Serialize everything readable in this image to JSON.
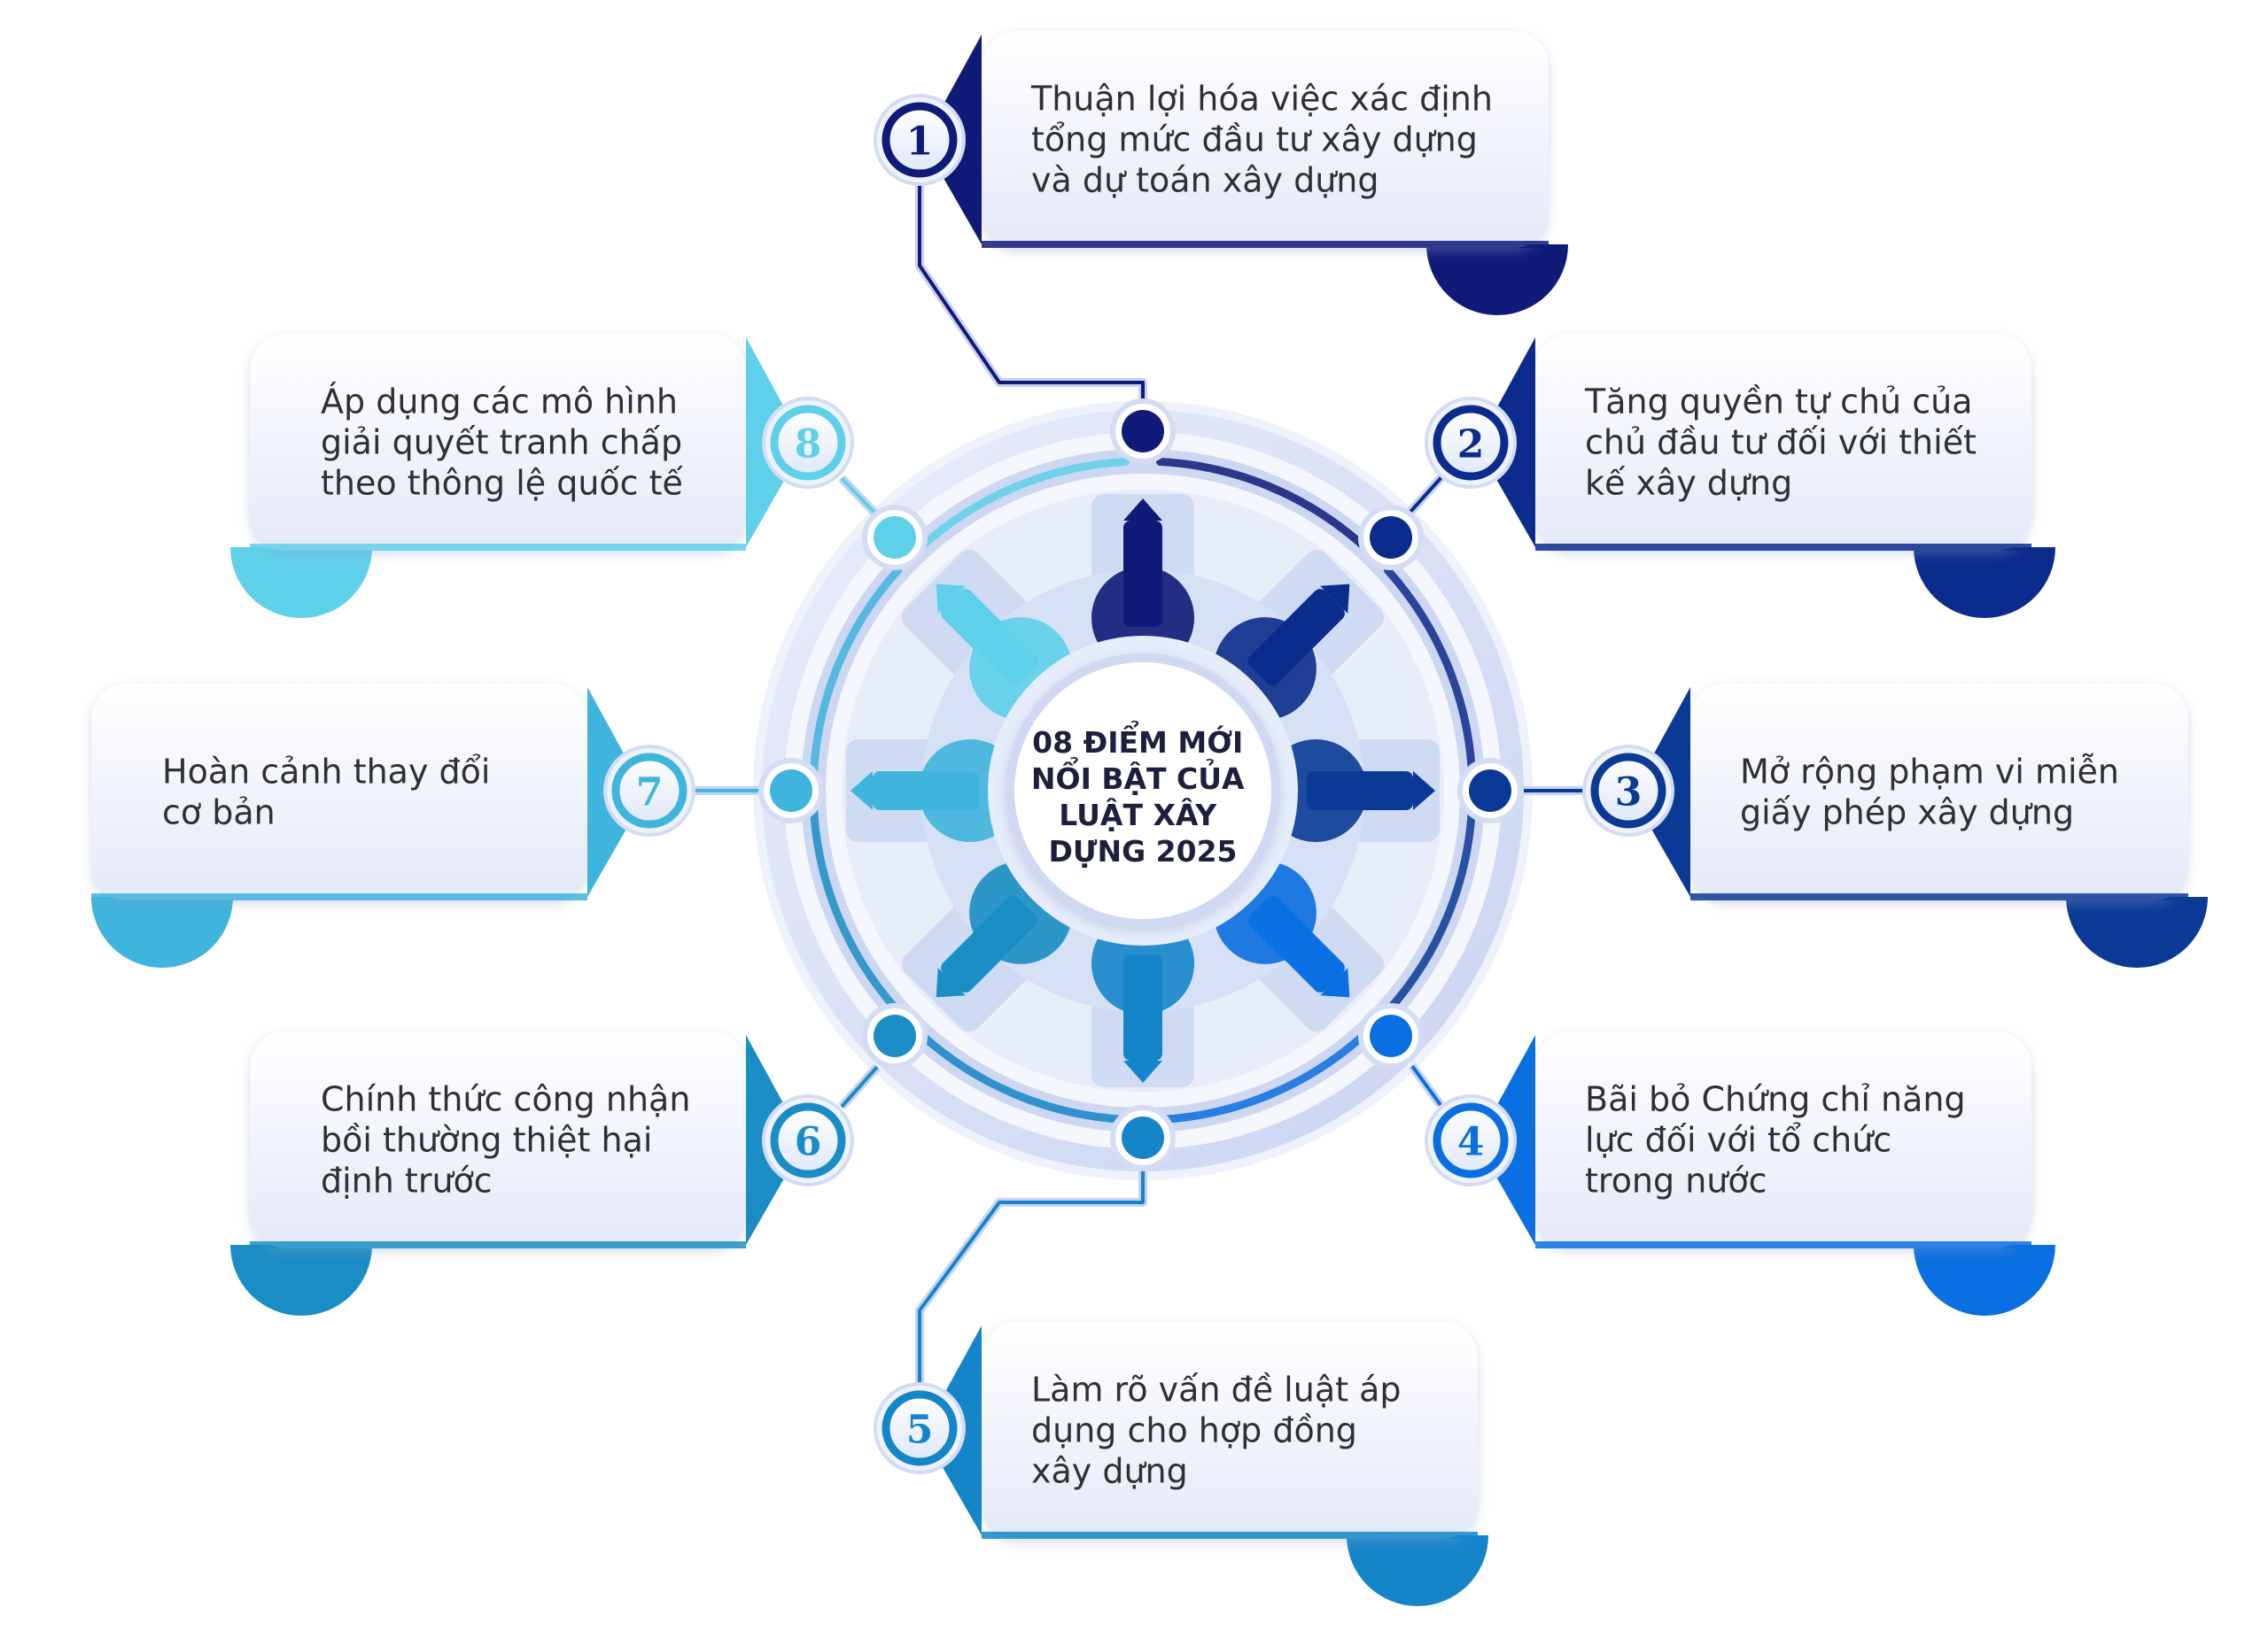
{
  "center": {
    "title_lines": [
      "08 ĐIỂM MỚI",
      "NỔI BẬT CỦA",
      "LUẬT XÂY",
      "DỰNG 2025"
    ]
  },
  "items": [
    {
      "number": "1",
      "lines": [
        "Thuận lợi hóa việc xác định",
        "tổng mức đầu tư xây dựng",
        "và dự toán xây dựng"
      ],
      "color": "#101a78"
    },
    {
      "number": "2",
      "lines": [
        "Tăng quyền tự chủ của",
        "chủ đầu tư đối với thiết",
        "kế xây dựng"
      ],
      "color": "#0b2c8c"
    },
    {
      "number": "3",
      "lines": [
        "Mở rộng phạm vi miễn",
        "giấy phép xây dựng"
      ],
      "color": "#0a3a96"
    },
    {
      "number": "4",
      "lines": [
        "Bãi bỏ Chứng chỉ năng",
        "lực đối với tổ chức",
        "trong nước"
      ],
      "color": "#0a6fe0"
    },
    {
      "number": "5",
      "lines": [
        "Làm rõ vấn đề luật áp",
        "dụng cho hợp đồng",
        "xây dựng"
      ],
      "color": "#1585c9"
    },
    {
      "number": "6",
      "lines": [
        "Chính thức công nhận",
        "bồi thường thiệt hại",
        "định trước"
      ],
      "color": "#1a8ec4"
    },
    {
      "number": "7",
      "lines": [
        "Hoàn cảnh thay đổi",
        "cơ bản"
      ],
      "color": "#3fb4dc"
    },
    {
      "number": "8",
      "lines": [
        "Áp dụng các mô hình",
        "giải quyết tranh chấp",
        "theo thông lệ quốc tế"
      ],
      "color": "#5fd0ea"
    }
  ]
}
